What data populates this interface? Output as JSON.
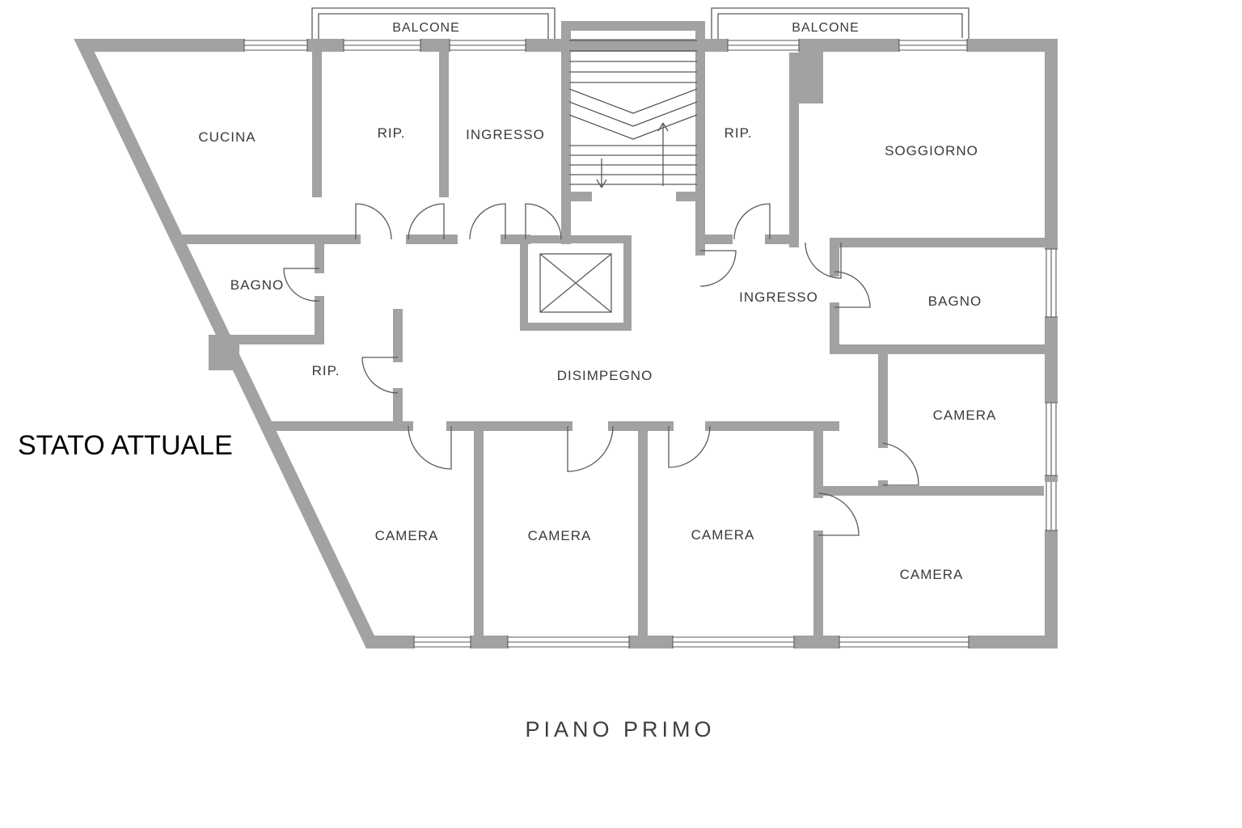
{
  "plan": {
    "status_label": "STATO ATTUALE",
    "floor_label": "PIANO PRIMO",
    "rooms": {
      "balcone_left": "BALCONE",
      "balcone_right": "BALCONE",
      "cucina": "CUCINA",
      "rip_top_left": "RIP.",
      "ingresso_top": "INGRESSO",
      "rip_top_right": "RIP.",
      "soggiorno": "SOGGIORNO",
      "bagno_left": "BAGNO",
      "ingresso_right": "INGRESSO",
      "bagno_right": "BAGNO",
      "rip_mid_left": "RIP.",
      "disimpegno": "DISIMPEGNO",
      "camera_right_mid": "CAMERA",
      "camera_bottom_left": "CAMERA",
      "camera_bottom_center": "CAMERA",
      "camera_bottom_center_right": "CAMERA",
      "camera_bottom_right": "CAMERA"
    },
    "colors": {
      "wall": "#a2a2a2",
      "detail": "#5a5a5a",
      "text": "#3a3a3a"
    }
  }
}
